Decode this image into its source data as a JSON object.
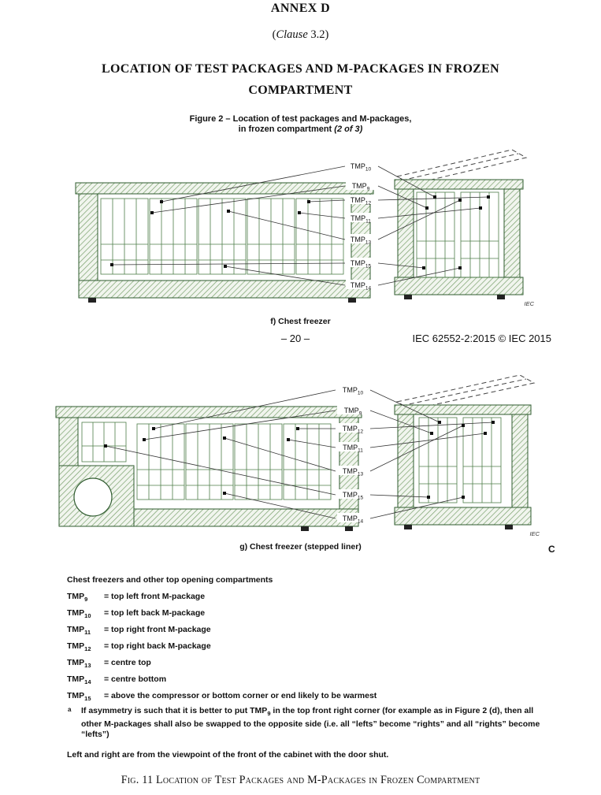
{
  "header": {
    "annex_title": "ANNEX D",
    "clause_prefix": "(",
    "clause_italic": "Clause",
    "clause_rest": " 3.2)",
    "title_line1": "LOCATION OF TEST PACKAGES AND M-PACKAGES IN FROZEN",
    "title_line2": "COMPARTMENT"
  },
  "figure": {
    "caption_line1": "Figure 2 – Location of test packages and M-packages,",
    "caption_line2": "in frozen compartment ",
    "caption_line2_italic": "(2 of 3)"
  },
  "diagram_f": {
    "caption": "f) Chest freezer",
    "iec_label": "IEC",
    "labels": [
      {
        "base": "TMP",
        "sub": "10"
      },
      {
        "base": "TMP",
        "sub": "9"
      },
      {
        "base": "TMP",
        "sub": "12"
      },
      {
        "base": "TMP",
        "sub": "11"
      },
      {
        "base": "TMP",
        "sub": "13"
      },
      {
        "base": "TMP",
        "sub": "15"
      },
      {
        "base": "TMP",
        "sub": "14"
      }
    ]
  },
  "page_footer": {
    "page_number": "– 20 –",
    "copyright": "IEC 62552-2:2015 © IEC 2015"
  },
  "diagram_g": {
    "caption": "g) Chest freezer (stepped liner)",
    "iec_label": "IEC",
    "labels": [
      {
        "base": "TMP",
        "sub": "10"
      },
      {
        "base": "TMP",
        "sub": "9"
      },
      {
        "base": "TMP",
        "sub": "12"
      },
      {
        "base": "TMP",
        "sub": "11"
      },
      {
        "base": "TMP",
        "sub": "13"
      },
      {
        "base": "TMP",
        "sub": "15"
      },
      {
        "base": "TMP",
        "sub": "14"
      }
    ]
  },
  "margin_letter": "C",
  "legend": {
    "heading": "Chest freezers and other top opening compartments",
    "items": [
      {
        "base": "TMP",
        "sub": "9",
        "text": "= top left front M-package"
      },
      {
        "base": "TMP",
        "sub": "10",
        "text": "= top left back M-package"
      },
      {
        "base": "TMP",
        "sub": "11",
        "text": "= top right front M-package"
      },
      {
        "base": "TMP",
        "sub": "12",
        "text": "= top right back M-package"
      },
      {
        "base": "TMP",
        "sub": "13",
        "text": "= centre top"
      },
      {
        "base": "TMP",
        "sub": "14",
        "text": "= centre bottom"
      },
      {
        "base": "TMP",
        "sub": "15",
        "text": "= above the compressor or bottom corner or end likely to be warmest"
      }
    ],
    "footnote": {
      "marker": "a",
      "pre": "If asymmetry is such that it is better to put ",
      "tmp_base": "TMP",
      "tmp_sub": "9",
      "post": " in the top front right corner (for example as in Figure 2 (d), then all other M-packages shall also be swapped to the opposite side (i.e. all “lefts” become “rights” and all “rights” become “lefts”)"
    },
    "note": "Left and right are from the viewpoint of the front of the cabinet with the door shut."
  },
  "fig_caption": "Fig. 11 Location of Test Packages and M-Packages in Frozen Compartment"
}
